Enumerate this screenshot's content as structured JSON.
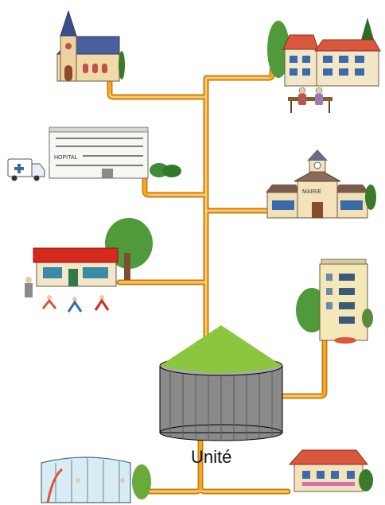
{
  "central_unit": {
    "label": "Unité",
    "dome_color": "#8cc63f",
    "tank_color": "#8a8a8a"
  },
  "pipe_color": "#f5a623",
  "building_signs": {
    "hospital": "HOPITAL",
    "town_hall": "MAIRIE"
  },
  "icons": [
    "church-icon",
    "retirement-home-icon",
    "hospital-icon",
    "ambulance-icon",
    "town-hall-icon",
    "school-icon",
    "apartment-building-icon",
    "swimming-pool-icon",
    "house-icon"
  ]
}
